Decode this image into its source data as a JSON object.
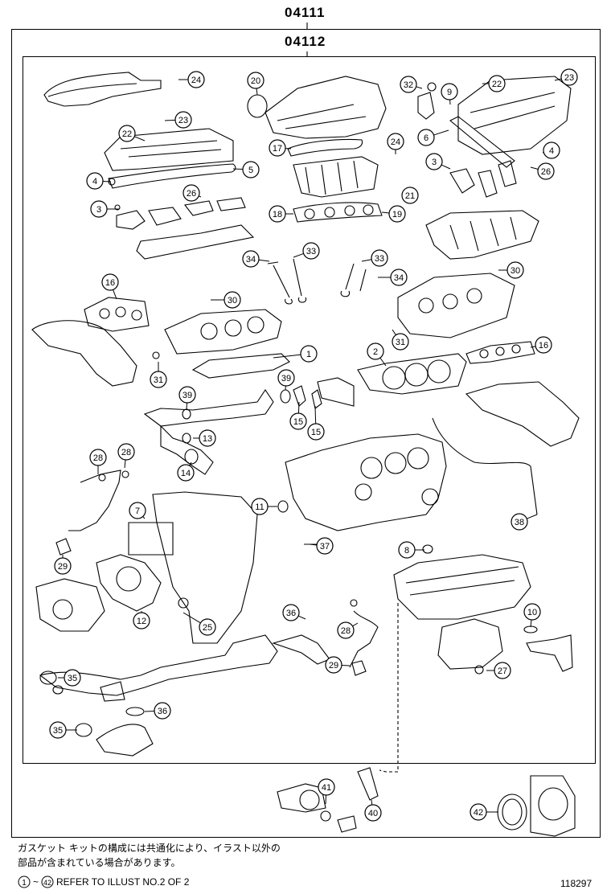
{
  "header": {
    "outer_code": "04111",
    "inner_code": "04112"
  },
  "callouts": [
    "1",
    "2",
    "3",
    "3",
    "4",
    "4",
    "5",
    "6",
    "7",
    "8",
    "9",
    "10",
    "11",
    "12",
    "13",
    "14",
    "15",
    "15",
    "16",
    "16",
    "17",
    "18",
    "19",
    "20",
    "21",
    "22",
    "22",
    "23",
    "23",
    "24",
    "24",
    "25",
    "26",
    "26",
    "27",
    "28",
    "28",
    "28",
    "29",
    "29",
    "30",
    "30",
    "31",
    "31",
    "32",
    "33",
    "33",
    "34",
    "34",
    "35",
    "35",
    "36",
    "36",
    "37",
    "38",
    "39",
    "39",
    "40",
    "41",
    "42"
  ],
  "footer": {
    "note_line1": "ガスケット キットの構成には共通化により、イラスト以外の",
    "note_line2": "部品が含まれている場合があります。",
    "range_start": "1",
    "range_end": "42",
    "ref_text": "REFER TO ILLUST NO.2 OF 2",
    "illustration_number": "118297"
  }
}
